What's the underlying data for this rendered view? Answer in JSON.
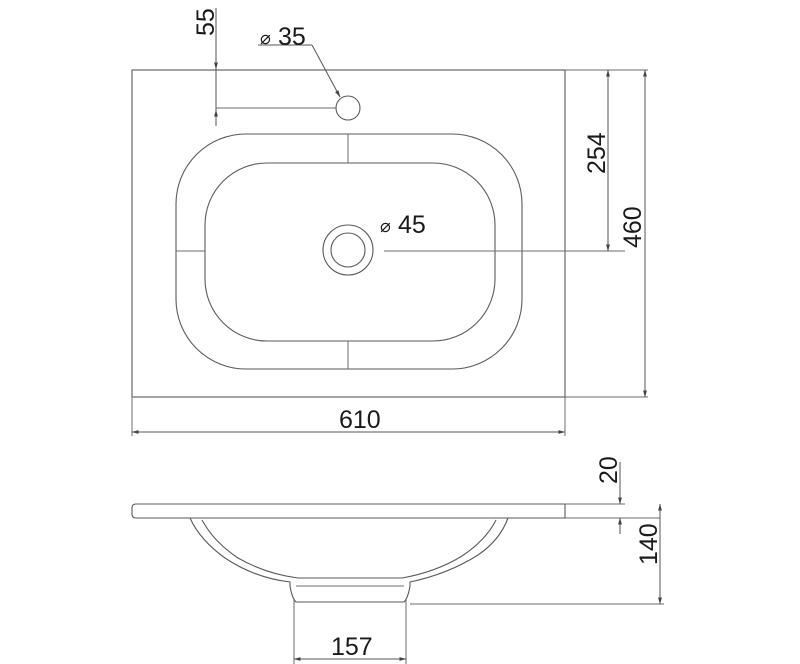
{
  "drawing": {
    "dimensions": {
      "tap_offset": "55",
      "tap_hole": "35",
      "drain_hole": "45",
      "drain_offset": "254",
      "depth_total": "460",
      "width": "610",
      "slab_thickness": "20",
      "basin_height": "140",
      "waste_width": "157"
    },
    "symbols": {
      "diameter": "⌀"
    }
  }
}
